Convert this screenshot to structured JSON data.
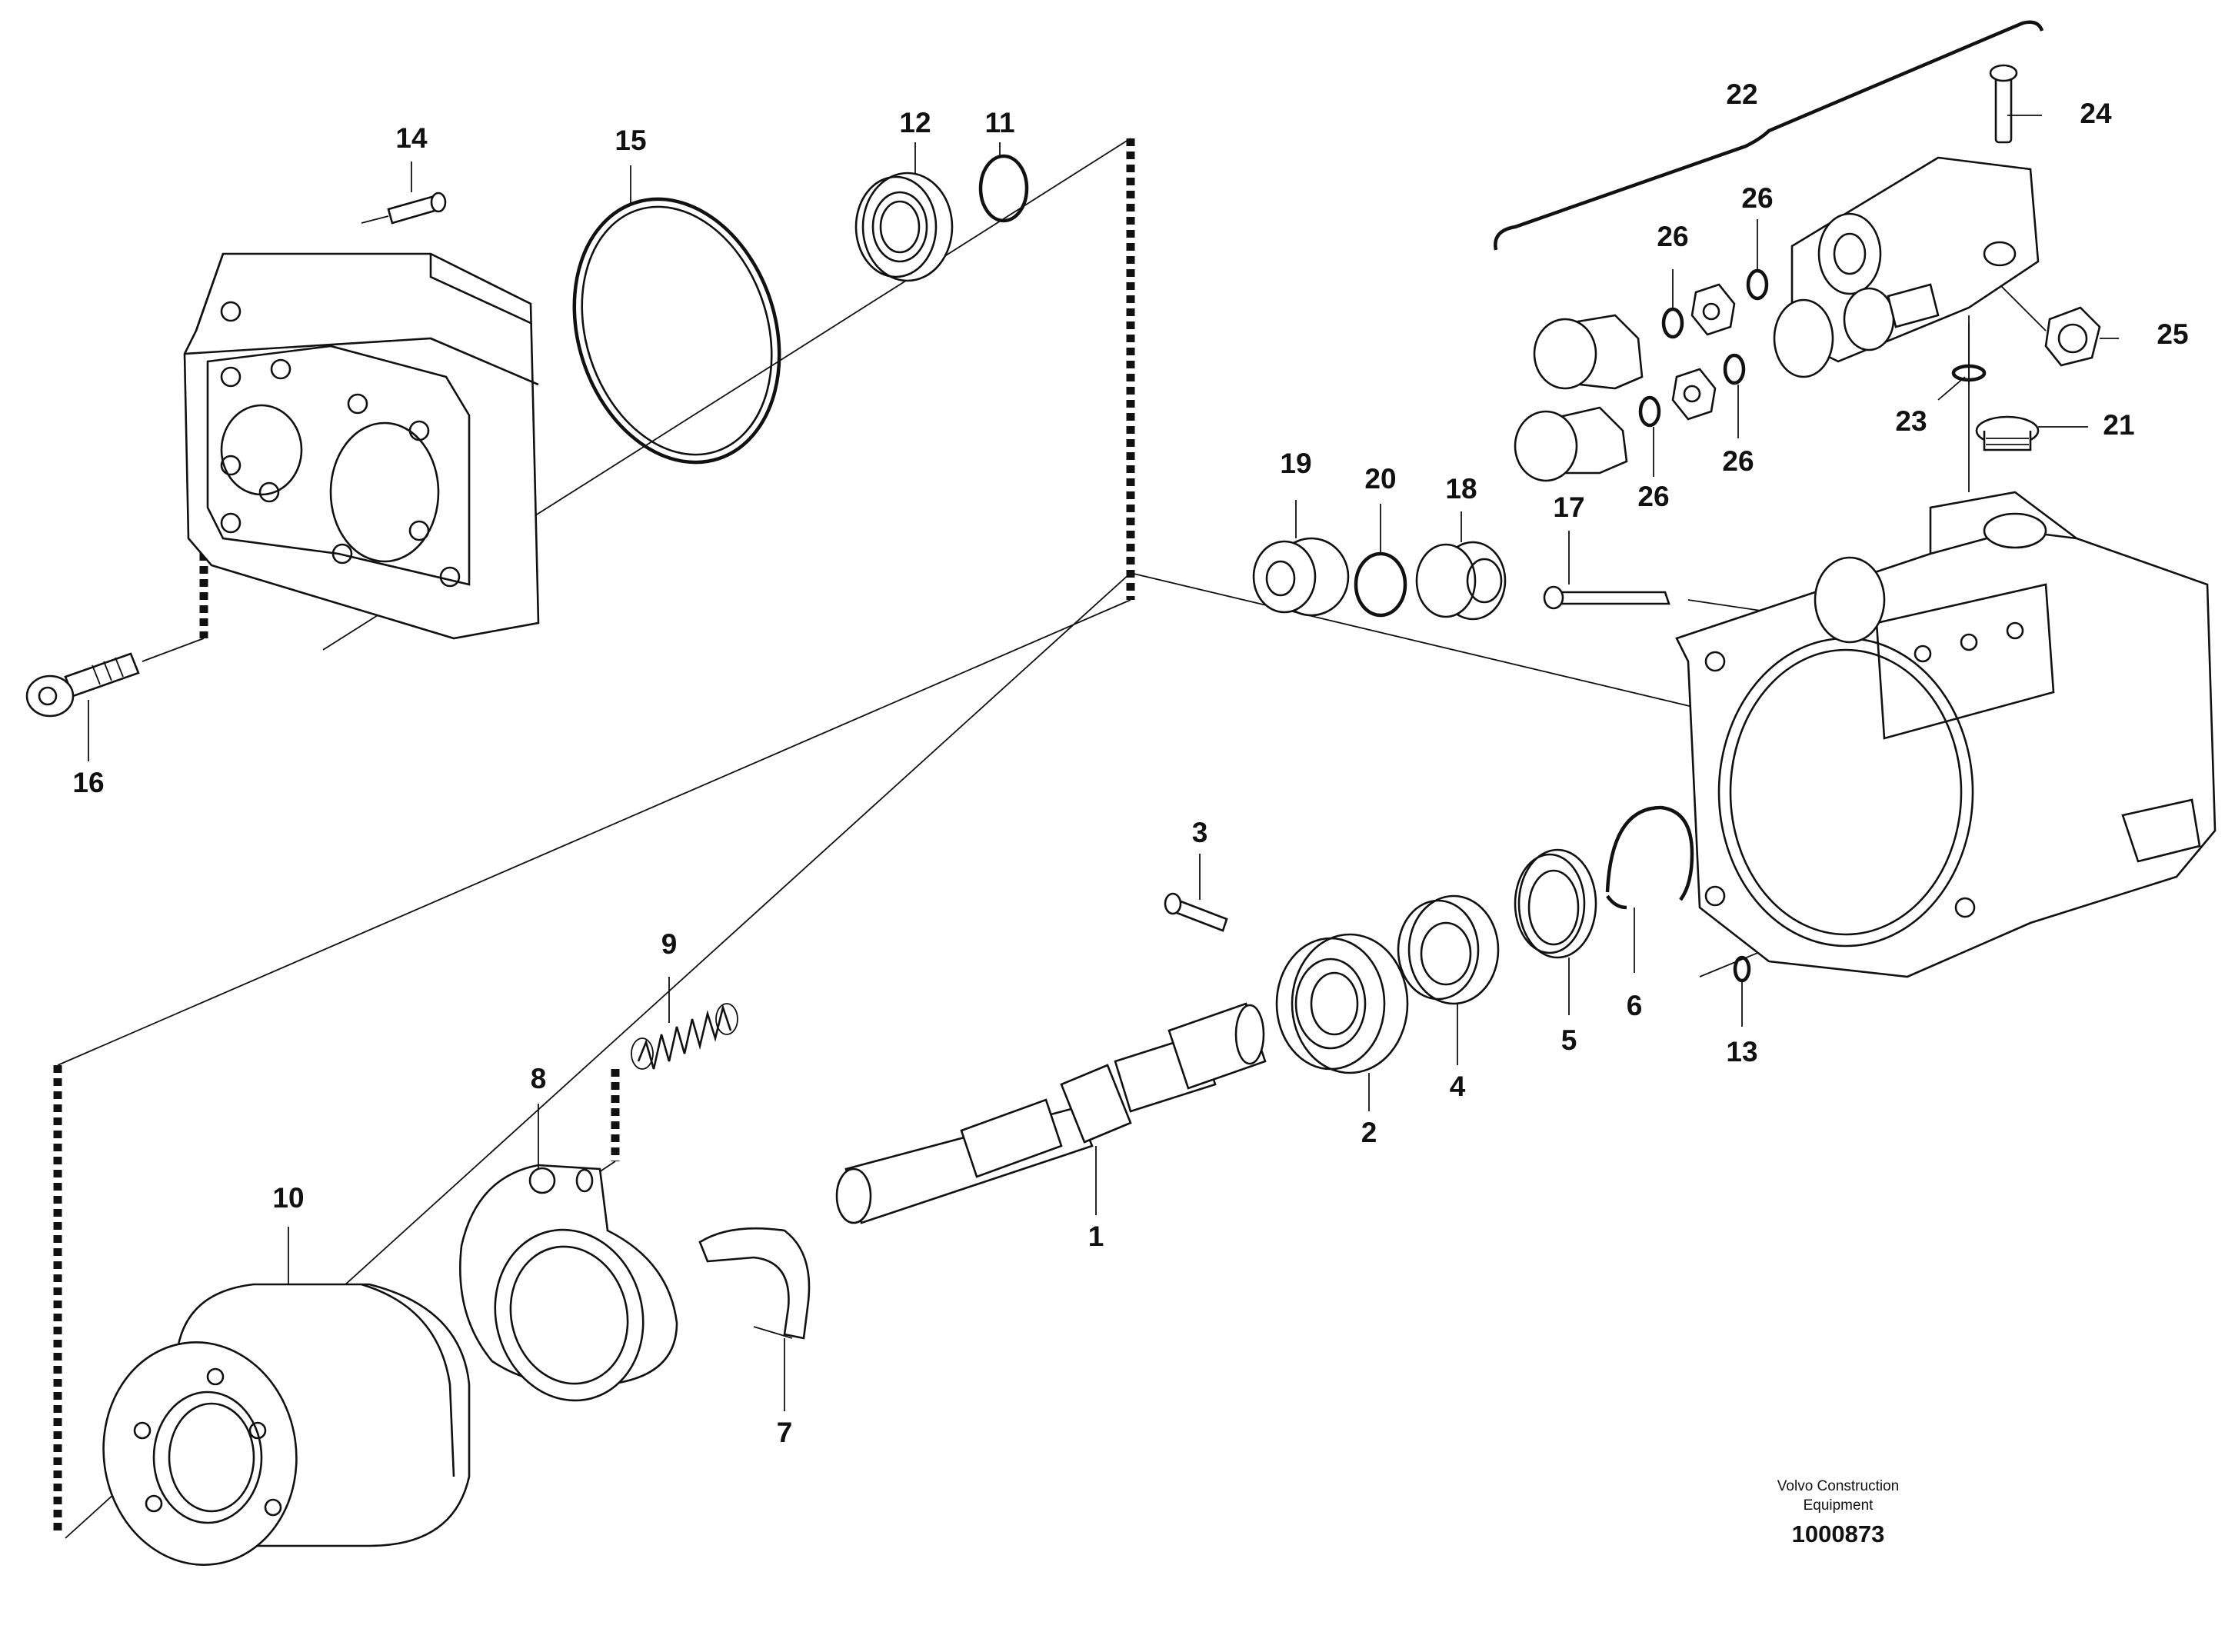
{
  "part_labels": [
    "1",
    "2",
    "3",
    "4",
    "5",
    "6",
    "7",
    "8",
    "9",
    "10",
    "11",
    "12",
    "13",
    "14",
    "15",
    "16",
    "17",
    "18",
    "19",
    "20",
    "21",
    "22",
    "23",
    "24",
    "25",
    "26"
  ],
  "footer": {
    "credit_line1": "Volvo Construction",
    "credit_line2": "Equipment",
    "doc_number": "1000873"
  }
}
